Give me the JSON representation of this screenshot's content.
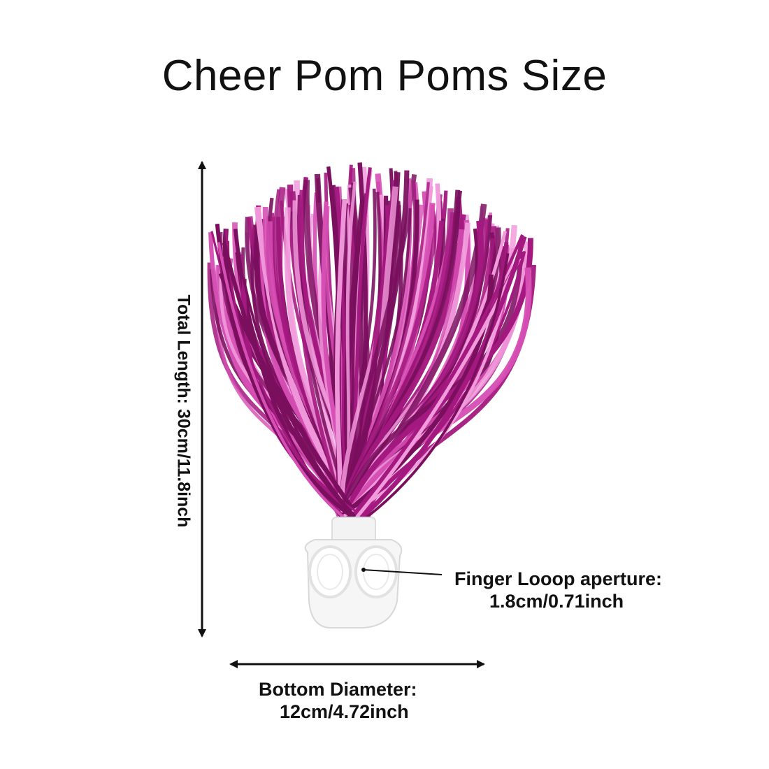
{
  "title": "Cheer Pom Poms Size",
  "colors": {
    "tinsel_dark": "#7a0f5e",
    "tinsel_mid": "#a3197f",
    "tinsel_light": "#d64fb4",
    "tinsel_highlight": "#f19adc",
    "handle": "#f4f4f4",
    "arrow": "#111111"
  },
  "dimensions": {
    "total_length": "Total Length: 30cm/11.8inch",
    "finger_loop_line1": "Finger Looop aperture:",
    "finger_loop_line2": "1.8cm/0.71inch",
    "bottom_line1": "Bottom Diameter:",
    "bottom_line2": "12cm/4.72inch"
  }
}
